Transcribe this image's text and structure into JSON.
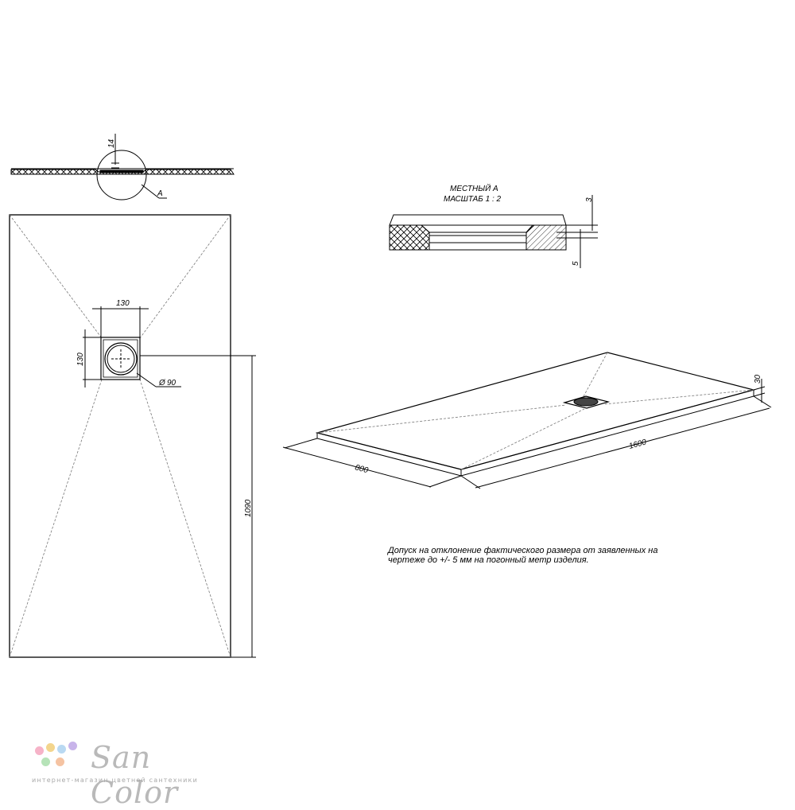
{
  "dimensions": {
    "side_thickness": "14",
    "section_marker": "A",
    "drain_width": "130",
    "drain_height": "130",
    "drain_diameter": "90",
    "tray_length_plan": "1090",
    "iso_width": "800",
    "iso_length": "1600",
    "iso_height": "30",
    "detail_top": "3",
    "detail_bottom": "5"
  },
  "symbols": {
    "diameter": "Ø"
  },
  "detail": {
    "title_line1": "МЕСТНЫЙ А",
    "title_line2": "МАСШТАБ 1 : 2"
  },
  "note": {
    "line1": "Допуск на отклонение фактического размера от заявленных на",
    "line2": "чертеже до +/- 5 мм на погонный метр изделия."
  },
  "logo": {
    "name": "San Color",
    "tagline": "интернет-магазин цветной сантехники",
    "dot_colors": [
      "#f6b3c8",
      "#f3d58d",
      "#b9d9f2",
      "#c8b4ea",
      "#b6e3b8",
      "#f5c3a2"
    ]
  }
}
